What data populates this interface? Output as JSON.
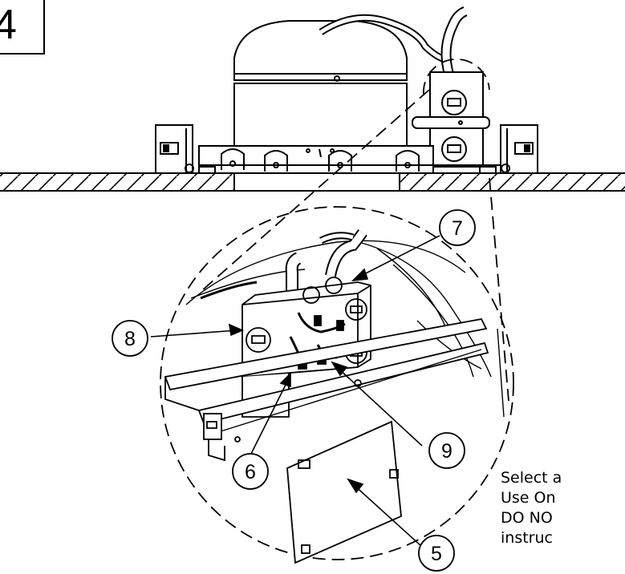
{
  "step": {
    "number": "4"
  },
  "callouts": [
    {
      "id": "callout-5",
      "label": "5"
    },
    {
      "id": "callout-6",
      "label": "6"
    },
    {
      "id": "callout-7",
      "label": "7"
    },
    {
      "id": "callout-8",
      "label": "8"
    },
    {
      "id": "callout-9",
      "label": "9"
    }
  ],
  "note": {
    "lines": [
      "Select a",
      "Use On",
      "DO NO",
      "instruc"
    ]
  }
}
